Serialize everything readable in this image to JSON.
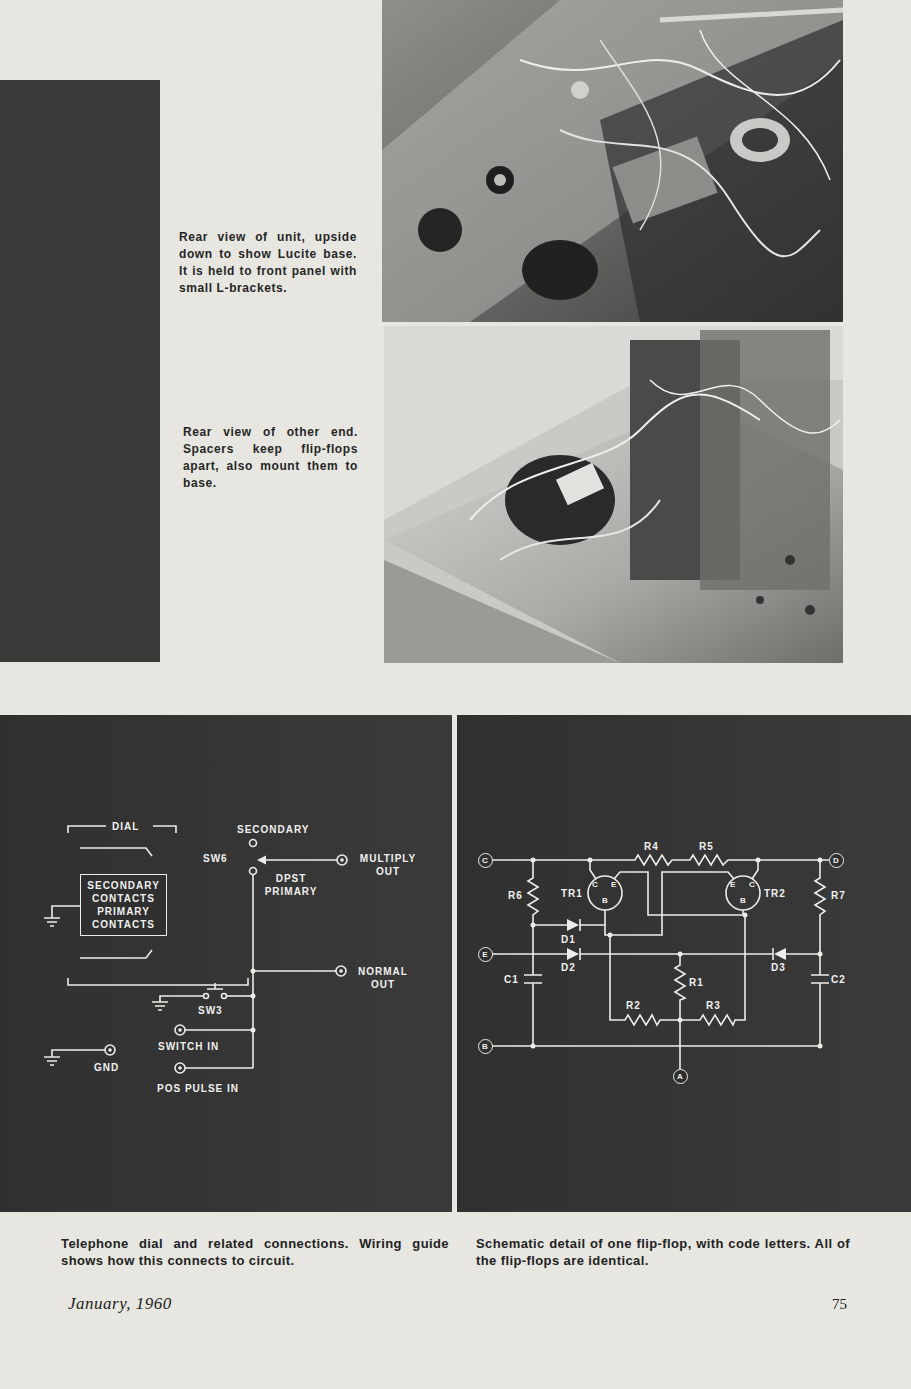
{
  "diagram": {
    "nodes": [
      {
        "text": [
          "SECONDARY CONTACTS",
          "PRIMARY CONTACTS"
        ]
      },
      {
        "text": [
          "C"
        ]
      },
      {
        "text": [
          "D"
        ]
      },
      {
        "text": [
          "E"
        ]
      },
      {
        "text": [
          "B"
        ]
      },
      {
        "text": [
          "A"
        ]
      }
    ],
    "labels": [
      "Rear view of unit, upside down to show Lucite base. It is held to front panel with small L-brackets.",
      "Rear view of other end. Spacers keep flip-flops apart, also mount them to base.",
      "DIAL",
      "SECONDARY",
      "SW6",
      "MULTIPLY OUT",
      "DPST PRIMARY",
      "NORMAL OUT",
      "SW3",
      "SWITCH IN",
      "GND",
      "POS PULSE IN",
      "R4",
      "R5",
      "R6",
      "TR1",
      "C",
      "E",
      "B",
      "TR2",
      "E",
      "C",
      "B",
      "D1",
      "D2",
      "D3",
      "C1",
      "C2",
      "R1",
      "R2",
      "R3",
      "R7",
      "Telephone dial and related connections. Wiring guide shows how this connects to circuit.",
      "Schematic detail of one flip-flop, with code letters. All of the flip-flops are identical.",
      "January, 1960",
      "75"
    ]
  }
}
